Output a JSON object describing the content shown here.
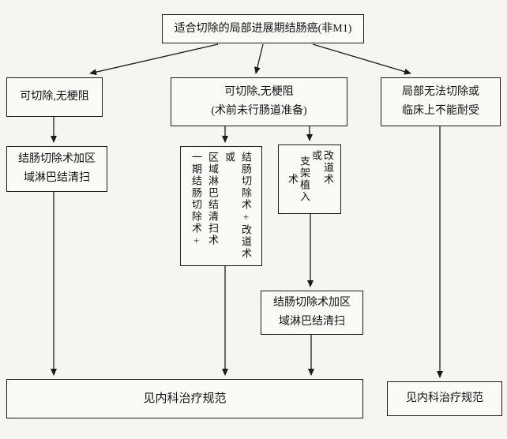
{
  "colors": {
    "background": "#f6f5f2",
    "box_fill": "#fbfaf7",
    "line": "#1b1b1b",
    "text": "#111111"
  },
  "nodes": {
    "top": {
      "text": "适合切除的局部进展期结肠癌(非M1)"
    },
    "left1": {
      "text": "可切除,无梗阻"
    },
    "mid1": {
      "line1": "可切除,无梗阻",
      "line2": "(术前未行肠道准备)"
    },
    "right1": {
      "line1": "局部无法切除或",
      "line2": "临床上不能耐受"
    },
    "left2": {
      "line1": "结肠切除术加区",
      "line2": "域淋巴结清扫"
    },
    "mid2a": {
      "col1": "一期结肠切除术+",
      "col2": "区域淋巴结清扫术",
      "col3": "或",
      "col4": "结肠切除术+改道术"
    },
    "mid2b": {
      "col1": "支架植入术",
      "col2": "或",
      "col3": "改道术"
    },
    "mid3": {
      "line1": "结肠切除术加区",
      "line2": "域淋巴结清扫"
    },
    "bottom_wide": {
      "text": "见内科治疗规范"
    },
    "bottom_right": {
      "text": "见内科治疗规范"
    }
  }
}
